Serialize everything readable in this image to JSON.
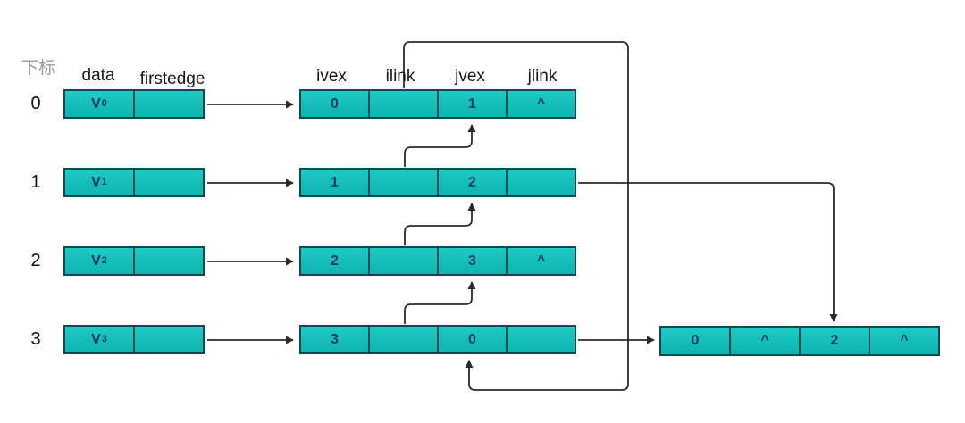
{
  "diagram_title": "adjacency-multilist",
  "labels": {
    "index_header": "下标",
    "data": "data",
    "firstedge": "firstedge",
    "ivex": "ivex",
    "ilink": "ilink",
    "jvex": "jvex",
    "jlink": "jlink"
  },
  "colors": {
    "node_fill": "#12bdba",
    "node_border": "#0c4a4e",
    "cell_text": "#1c3a66",
    "index_header_gray": "#9a9a9a",
    "arrow": "#2a2a2a"
  },
  "rows": [
    {
      "index": "0",
      "vertex": {
        "base": "V",
        "sub": "0"
      },
      "edge": {
        "ivex": "0",
        "ilink": "",
        "jvex": "1",
        "jlink": "^"
      }
    },
    {
      "index": "1",
      "vertex": {
        "base": "V",
        "sub": "1"
      },
      "edge": {
        "ivex": "1",
        "ilink": "",
        "jvex": "2",
        "jlink": ""
      }
    },
    {
      "index": "2",
      "vertex": {
        "base": "V",
        "sub": "2"
      },
      "edge": {
        "ivex": "2",
        "ilink": "",
        "jvex": "3",
        "jlink": "^"
      }
    },
    {
      "index": "3",
      "vertex": {
        "base": "V",
        "sub": "3"
      },
      "edge": {
        "ivex": "3",
        "ilink": "",
        "jvex": "0",
        "jlink": ""
      }
    }
  ],
  "extra_node": {
    "ivex": "0",
    "ilink": "^",
    "jvex": "2",
    "jlink": "^"
  },
  "connections": [
    "vertex0.firstedge -> edge0",
    "vertex1.firstedge -> edge1",
    "vertex2.firstedge -> edge2",
    "vertex3.firstedge -> edge3",
    "edge0.ilink -> edge3 (long loop over top, right side, bottom)",
    "edge1.ilink -> edge0.jvex",
    "edge2.ilink -> edge1.jvex",
    "edge3.ilink -> edge2.jvex",
    "edge1.jlink -> extra_node.jvex (down on right)",
    "edge3.jlink -> extra_node (left edge)"
  ]
}
